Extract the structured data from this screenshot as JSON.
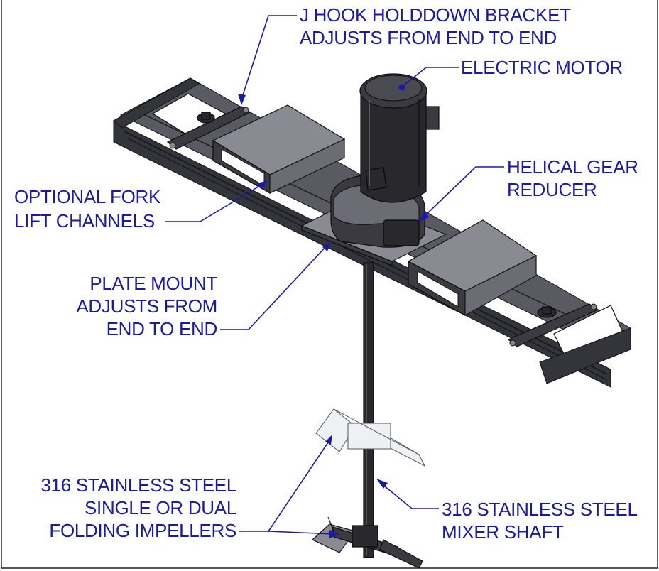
{
  "callouts": {
    "j_hook": {
      "line1": "J HOOK HOLDDOWN BRACKET",
      "line2": "ADJUSTS FROM END TO END"
    },
    "electric_motor": {
      "line1": "ELECTRIC MOTOR"
    },
    "gear_reducer": {
      "line1": "HELICAL GEAR",
      "line2": "REDUCER"
    },
    "fork_lift": {
      "line1": "OPTIONAL FORK",
      "line2": "LIFT CHANNELS"
    },
    "plate_mount": {
      "line1": "PLATE MOUNT",
      "line2": "ADJUSTS FROM",
      "line3": "END TO END"
    },
    "impellers": {
      "line1": "316 STAINLESS STEEL",
      "line2": "SINGLE OR DUAL",
      "line3": "FOLDING IMPELLERS"
    },
    "mixer_shaft": {
      "line1": "316 STAINLESS STEEL",
      "line2": "MIXER SHAFT"
    }
  },
  "colors": {
    "callout_text": "#1a1aa6",
    "metal": "#6c6c74",
    "metal_dark": "#3a3a40",
    "border": "#1b1b2e"
  }
}
